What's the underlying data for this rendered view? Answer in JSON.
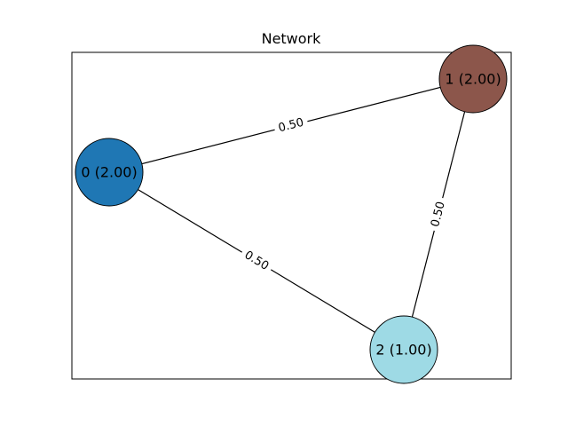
{
  "title": "Network",
  "graph": {
    "nodes": [
      {
        "id": "0",
        "label": "0 (2.00)",
        "color": "#1f77b4"
      },
      {
        "id": "1",
        "label": "1 (2.00)",
        "color": "#8c564b"
      },
      {
        "id": "2",
        "label": "2 (1.00)",
        "color": "#9edae5"
      }
    ],
    "edges": [
      {
        "source": "0",
        "target": "1",
        "label": "0.50"
      },
      {
        "source": "1",
        "target": "2",
        "label": "0.50"
      },
      {
        "source": "0",
        "target": "2",
        "label": "0.50"
      }
    ],
    "node_border_color": "#000000",
    "edge_color": "#000000"
  }
}
